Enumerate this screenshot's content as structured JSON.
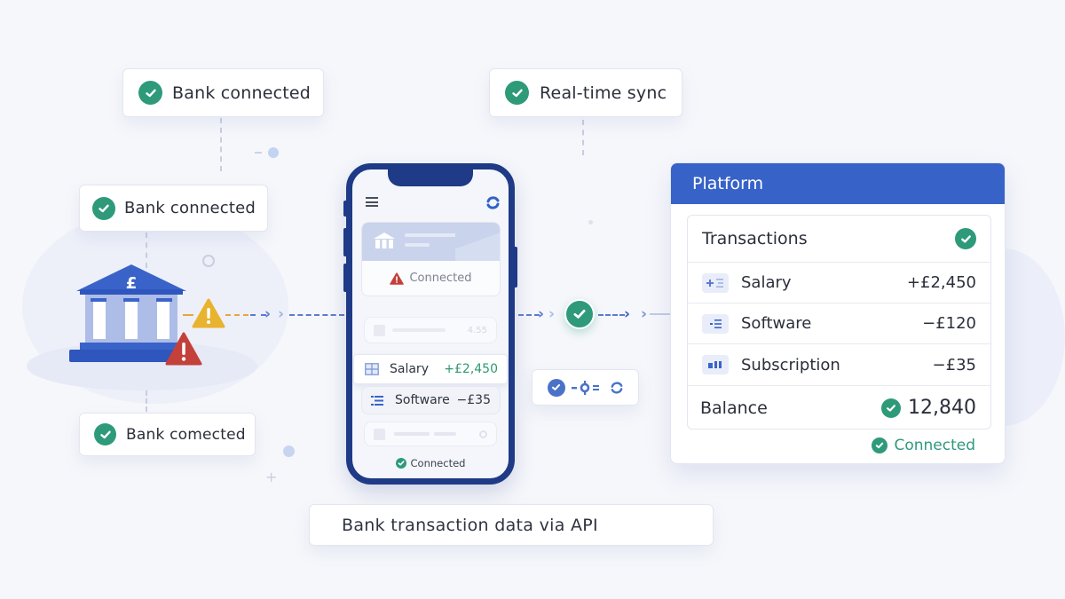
{
  "labels": {
    "top_left": "Bank connected",
    "mid_left": "Bank connected",
    "bottom_left": "Bank comected",
    "top_center": "Real-time sync",
    "caption": "Bank transaction data via API"
  },
  "bank": {
    "currency_symbol": "£",
    "warnings": [
      "warning-yellow",
      "warning-red"
    ]
  },
  "phone": {
    "menu_icon": "hamburger-icon",
    "sync_icon": "refresh-icon",
    "account_card_status": "Connected",
    "placeholder_amount": "4.55",
    "transactions": [
      {
        "label": "Salary",
        "amount": "+£2,450",
        "type": "credit"
      },
      {
        "label": "Software",
        "amount": "−£35",
        "type": "debit"
      }
    ],
    "footer_status": "Connected"
  },
  "sync_chip": {
    "icons": [
      "check-icon",
      "connector-icon",
      "refresh-icon"
    ]
  },
  "platform": {
    "title": "Platform",
    "table_title": "Transactions",
    "rows": [
      {
        "label": "Salary",
        "amount": "+£2,450",
        "type": "credit"
      },
      {
        "label": "Software",
        "amount": "−£120",
        "type": "debit"
      },
      {
        "label": "Subscription",
        "amount": "−£35",
        "type": "debit"
      }
    ],
    "balance_label": "Balance",
    "balance_value": "12,840",
    "status": "Connected"
  },
  "colors": {
    "brand_blue": "#3762c8",
    "phone_frame": "#1f3a86",
    "success_green": "#2e9a7a",
    "warning_yellow": "#e8b32e",
    "warning_red": "#c4403a",
    "background": "#f6f7fb"
  }
}
